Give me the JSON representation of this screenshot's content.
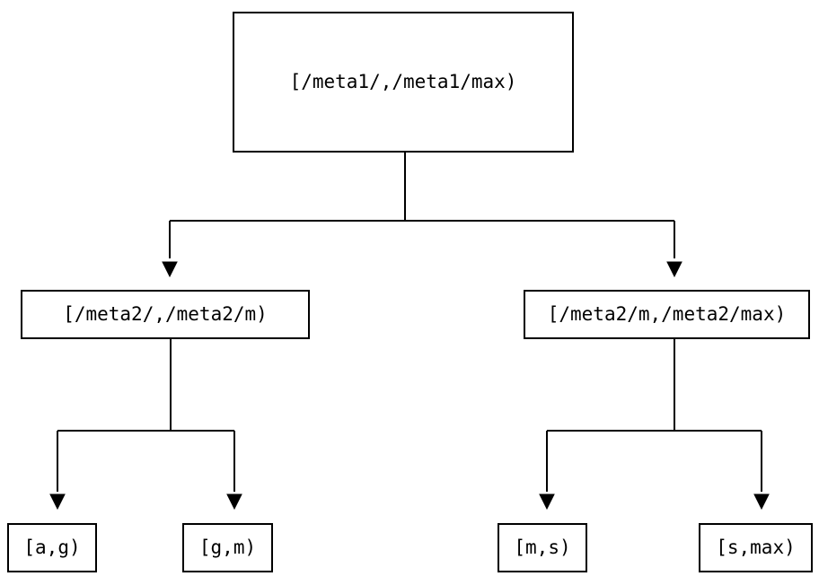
{
  "diagram": {
    "type": "tree",
    "background": "#ffffff",
    "colors": {
      "line": "#000000",
      "node_border": "#000000",
      "node_fill": "#ffffff",
      "text": "#000000"
    },
    "nodes": {
      "root": {
        "label": "[/meta1/,/meta1/max)"
      },
      "left_child": {
        "label": "[/meta2/,/meta2/m)"
      },
      "right_child": {
        "label": "[/meta2/m,/meta2/max)"
      },
      "leaf_1": {
        "label": "[a,g)"
      },
      "leaf_2": {
        "label": "[g,m)"
      },
      "leaf_3": {
        "label": "[m,s)"
      },
      "leaf_4": {
        "label": "[s,max)"
      }
    },
    "edges": [
      {
        "from": "root",
        "to": "left_child"
      },
      {
        "from": "root",
        "to": "right_child"
      },
      {
        "from": "left_child",
        "to": "leaf_1"
      },
      {
        "from": "left_child",
        "to": "leaf_2"
      },
      {
        "from": "right_child",
        "to": "leaf_3"
      },
      {
        "from": "right_child",
        "to": "leaf_4"
      }
    ]
  }
}
